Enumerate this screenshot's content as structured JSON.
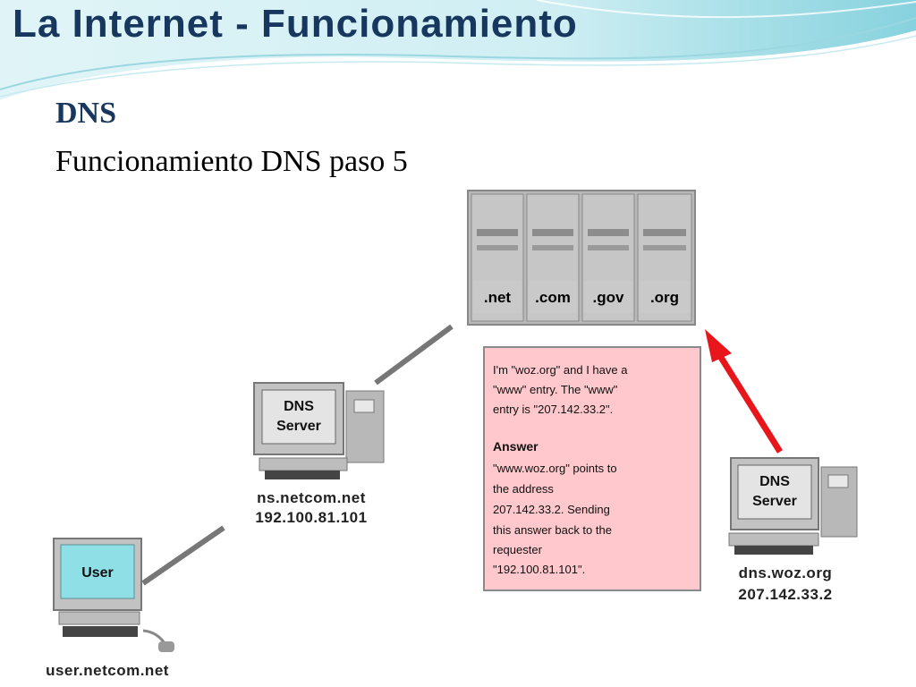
{
  "slide": {
    "title": "La Internet - Funcionamiento",
    "subtitle": "DNS",
    "step": "Funcionamiento DNS paso 5"
  },
  "root_servers": {
    "tlds": [
      ".net",
      ".com",
      ".gov",
      ".org"
    ]
  },
  "computers": {
    "user": {
      "screen": "User",
      "hostname": "user.netcom.net"
    },
    "local_dns": {
      "screen_line1": "DNS",
      "screen_line2": "Server",
      "hostname": "ns.netcom.net",
      "ip": "192.100.81.101"
    },
    "remote_dns": {
      "screen_line1": "DNS",
      "screen_line2": "Server",
      "hostname": "dns.woz.org",
      "ip": "207.142.33.2"
    }
  },
  "note": {
    "line1": "I'm \"woz.org\" and I have a",
    "line2": "\"www\" entry. The \"www\"",
    "line3": "entry is \"207.142.33.2\".",
    "heading": "Answer",
    "line4": "\"www.woz.org\" points to",
    "line5": "the address",
    "line6": "207.142.33.2. Sending",
    "line7": "this answer back to the",
    "line8": "requester",
    "line9": "\"192.100.81.101\"."
  },
  "colors": {
    "title": "#17375e",
    "note_bg": "#ffc8cc",
    "arrow": "#e8161b",
    "user_screen": "#8fe0e6",
    "wave_accent": "#7fd0dc"
  },
  "icons": {
    "server_rack": "server-rack-icon",
    "computer": "desktop-computer-icon",
    "arrow": "red-arrow-icon"
  }
}
